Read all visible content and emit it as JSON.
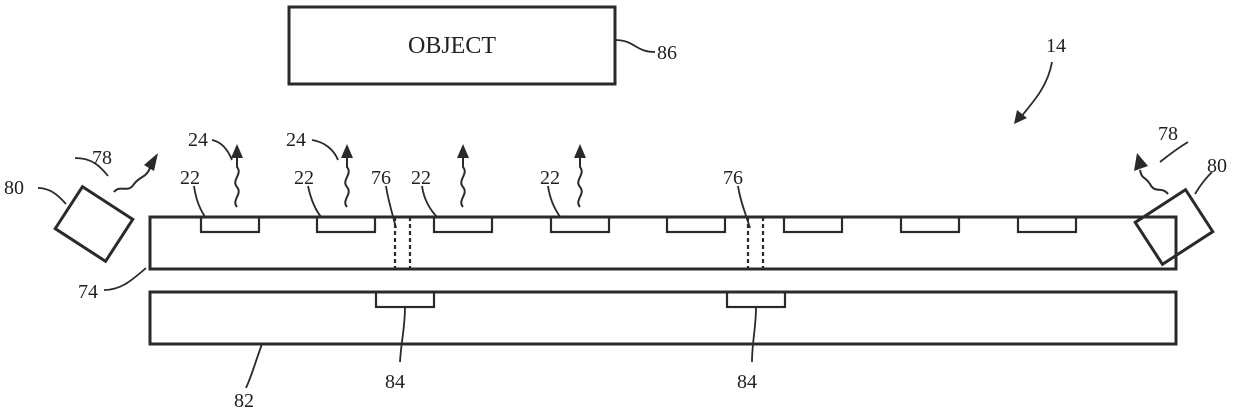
{
  "object_box": {
    "label": "OBJECT"
  },
  "labels": {
    "object_ref": "86",
    "assembly_ref": "14",
    "layer_top": "74",
    "layer_bottom": "82",
    "pad_left": "84",
    "pad_right": "84",
    "via_left": "76",
    "via_right": "76",
    "sensor_1": "22",
    "sensor_2": "22",
    "sensor_3": "22",
    "sensor_4": "22",
    "emission_1": "24",
    "emission_2": "24",
    "emitter_left": "80",
    "emitter_right": "80",
    "beam_left": "78",
    "beam_right": "78"
  }
}
